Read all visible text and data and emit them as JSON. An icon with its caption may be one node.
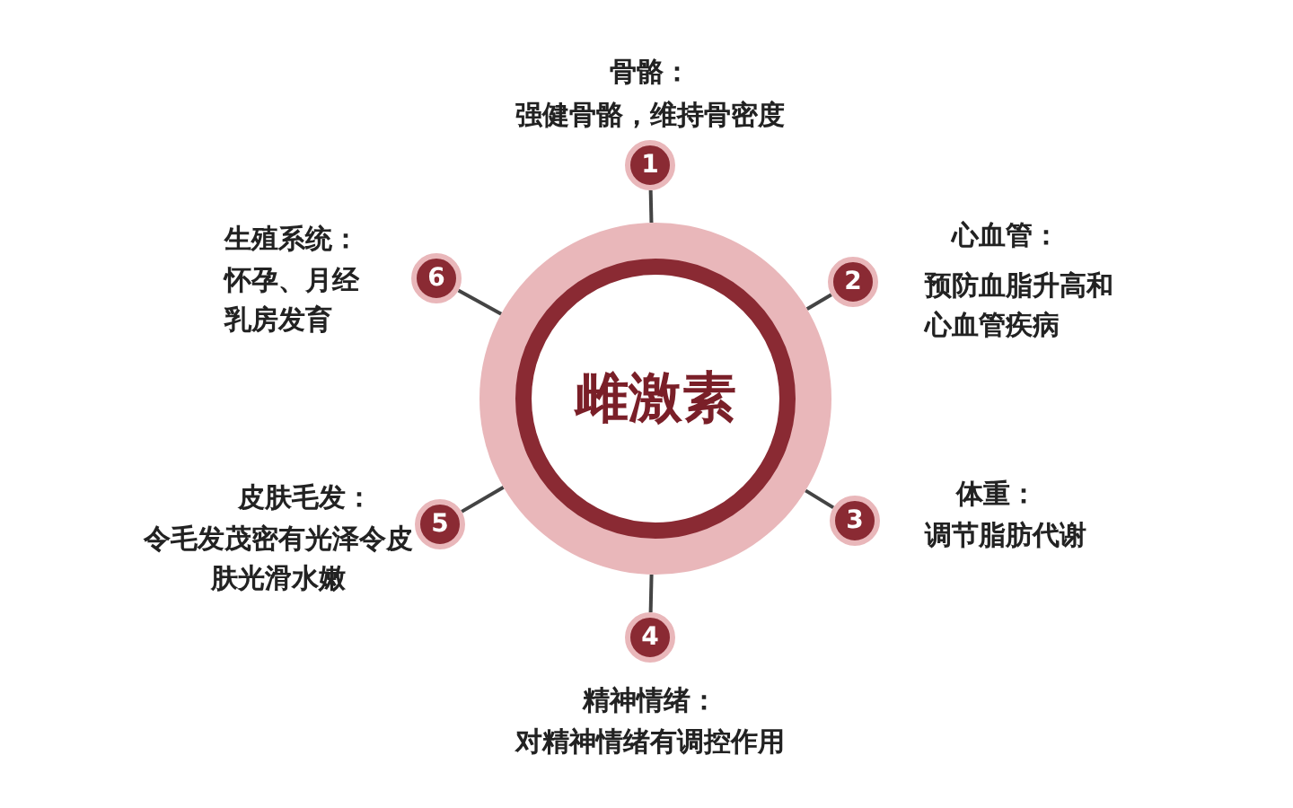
{
  "diagram": {
    "nodes": [
      {
        "text": [
          "雌激素"
        ]
      },
      {
        "text": [
          "1"
        ],
        "beside": [
          "骨骼：",
          "强健骨骼，维持骨密度"
        ]
      },
      {
        "text": [
          "2"
        ],
        "beside": [
          "心血管：",
          "预防血脂升高和心血管疾病"
        ]
      },
      {
        "text": [
          "3"
        ],
        "beside": [
          "体重：",
          "调节脂肪代谢"
        ]
      },
      {
        "text": [
          "4"
        ],
        "beside": [
          "精神情绪：",
          "对精神情绪有调控作用"
        ]
      },
      {
        "text": [
          "5"
        ],
        "beside": [
          "皮肤毛发：",
          "令毛发茂密有光泽令皮肤光滑水嫩"
        ]
      },
      {
        "text": [
          "6"
        ],
        "beside": [
          "生殖系统：",
          "怀孕、月经乳房发育"
        ]
      }
    ],
    "edges": [
      {
        "from": 0,
        "to": 1,
        "arrow": "none"
      },
      {
        "from": 0,
        "to": 2,
        "arrow": "none"
      },
      {
        "from": 0,
        "to": 3,
        "arrow": "none"
      },
      {
        "from": 0,
        "to": 4,
        "arrow": "none"
      },
      {
        "from": 0,
        "to": 5,
        "arrow": "none"
      },
      {
        "from": 0,
        "to": 6,
        "arrow": "none"
      }
    ]
  }
}
